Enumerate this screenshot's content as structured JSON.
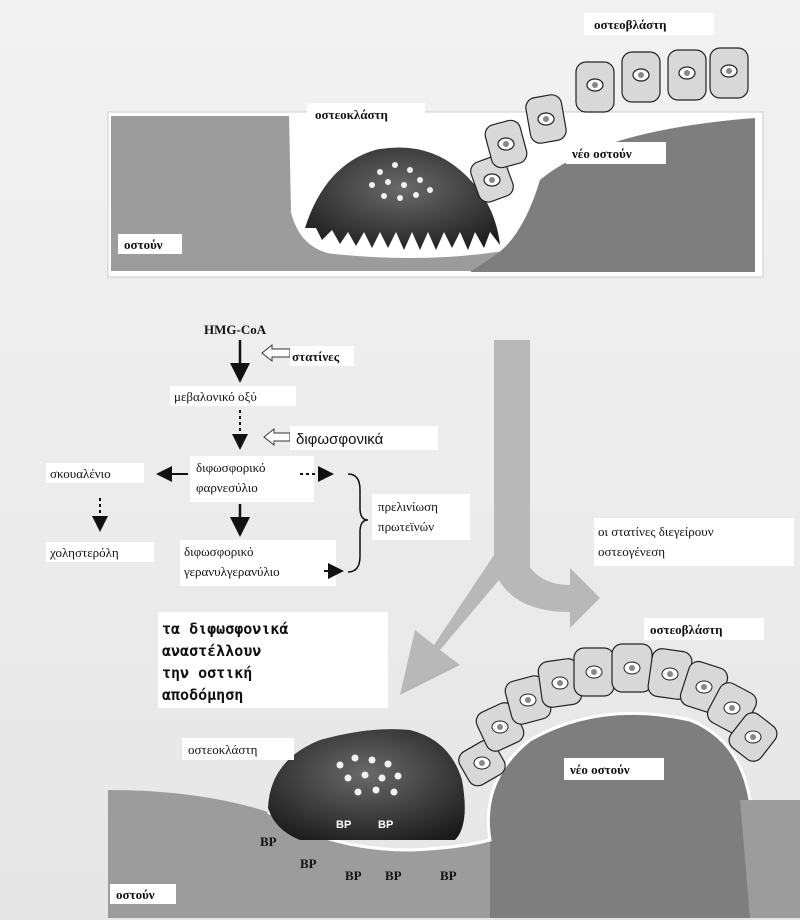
{
  "top_panel": {
    "osteoblast_label": "οστεοβλάστη",
    "osteoclast_label": "οστεοκλάστη",
    "new_bone_label": "νέο οστούν",
    "bone_label": "οστούν"
  },
  "pathway": {
    "hmg_coa": "HMG-CoA",
    "statins": "στατίνες",
    "mevalonic_acid": "μεβαλονικό οξύ",
    "bisphosphonates": "διφωσφονικά",
    "farnesyl_pp_line1": "διφωσφορικό",
    "farnesyl_pp_line2": "φαρνεσύλιο",
    "squalene": "σκουαλένιο",
    "cholesterol": "χοληστερόλη",
    "prenylation_line1": "πρελινίωση",
    "prenylation_line2": "πρωτεϊνών",
    "geranyl_pp_line1": "διφωσφορικό",
    "geranyl_pp_line2": "γερανυλγερανύλιο"
  },
  "statin_note": {
    "line1": "οι στατίνες διεγείρουν",
    "line2": "οστεογένεση"
  },
  "bisphosphonate_note": {
    "line1": "τα διφωσφονικά",
    "line2": "αναστέλλουν",
    "line3": "την οστική",
    "line4": "αποδόμηση"
  },
  "bottom_panel": {
    "osteoblast_label": "οστεοβλάστη",
    "osteoclast_label": "οστεοκλάστη",
    "new_bone_label": "νέο οστούν",
    "bone_label": "οστούν",
    "bp_label": "BP"
  },
  "colors": {
    "background": "#ececec",
    "bone": "#9c9c9c",
    "new_bone": "#7e7e7e",
    "osteoclast": "#2b2b2b",
    "cell_fill": "#d8d8d8",
    "arrow_gray": "#b8b8b8"
  }
}
